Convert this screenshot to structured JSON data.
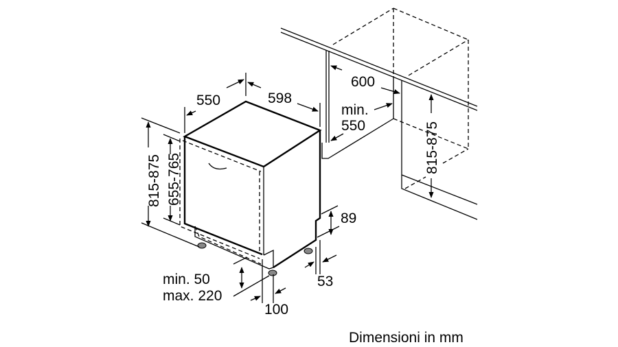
{
  "dimensions": {
    "depth": "550",
    "width": "598",
    "niche_width": "600",
    "niche_depth_min_label": "min.",
    "niche_depth_min_value": "550",
    "height_total": "815-875",
    "height_door": "655-765",
    "niche_height": "815-875",
    "plinth_height": "89",
    "plinth_offset": "53",
    "plinth_min": "min. 50",
    "plinth_max": "max. 220",
    "door_gap": "100"
  },
  "caption": "Dimensioni in mm"
}
